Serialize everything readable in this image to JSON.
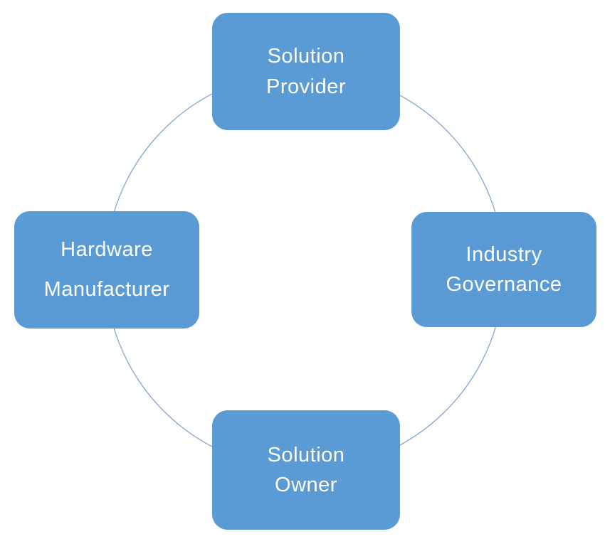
{
  "diagram": {
    "type": "cycle",
    "node_fill_color": "#5B9BD5",
    "node_text_color": "#FFFFFF",
    "circle_stroke_color": "#7EA6D2",
    "nodes": [
      {
        "id": "solution-provider",
        "position": "top",
        "label": "Solution Provider",
        "lines": [
          "Solution",
          "Provider"
        ]
      },
      {
        "id": "industry-governance",
        "position": "right",
        "label": "Industry Governance",
        "lines": [
          "Industry",
          "Governance"
        ]
      },
      {
        "id": "solution-owner",
        "position": "bottom",
        "label": "Solution Owner",
        "lines": [
          "Solution",
          "Owner"
        ]
      },
      {
        "id": "hardware-manufacturer",
        "position": "left",
        "label": "Hardware Manufacturer",
        "lines": [
          "Hardware",
          "Manufacturer"
        ]
      }
    ]
  }
}
